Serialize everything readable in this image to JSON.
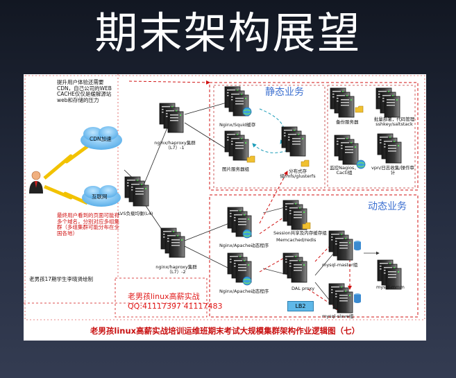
{
  "slide": {
    "title": "期末架构展望"
  },
  "sections": {
    "static": "静态业务",
    "dynamic": "动态业务"
  },
  "notes": {
    "cdn": "提升用户体验还需要CDN，自己公司的WEB CACHE仅仅是缓解源站web和存储的压力",
    "user": "最终用户看到的页面可能有多个域名，分别对应多组集群（多组集群可能分布在全国各地）",
    "bottom_left": "老男孩17期学生李晓贤绘制"
  },
  "clouds": {
    "cdn": "CDN加速",
    "internet": "互联网"
  },
  "nodes": {
    "lvs": "LVS负载均衡(L4)",
    "haproxy1": "nginx/haproxy集群（L7）-1",
    "haproxy2": "nginx/haproxy集群（L7）-2",
    "squid": "Nginx/Squid缓存",
    "image": "图片服务器组",
    "dfs": "分布式存储/mfs/glusterfs",
    "backup": "备份服务器",
    "batch": "批量部署，代码管理 sshkey/saltstack",
    "monitor": "监控Nagios、Cacti组",
    "vpn": "vpn/日志收集/操作审计",
    "session": "Session共享及内存缓存组",
    "memcache": "Memcached/redis",
    "apache1": "Nginx/Apache动态程序",
    "apache2": "Nginx/Apache动态程序",
    "dal": "DAL proxy",
    "lb2": "LB2",
    "master": "mysql-master组",
    "mmm": "mysql-mmm",
    "slave": "mysql-slave组"
  },
  "bigred": {
    "line1": "老男孩linux高薪实战",
    "line2": "QQ:41117397 41117483"
  },
  "footer": "老男孩linux高薪实战培训运维班期末考试大规模集群架构作业逻辑图（七）",
  "colors": {
    "title": "#ffffff",
    "accent_red": "#d01010",
    "accent_blue": "#2a6fd6",
    "cloud": "#60b8ee"
  }
}
